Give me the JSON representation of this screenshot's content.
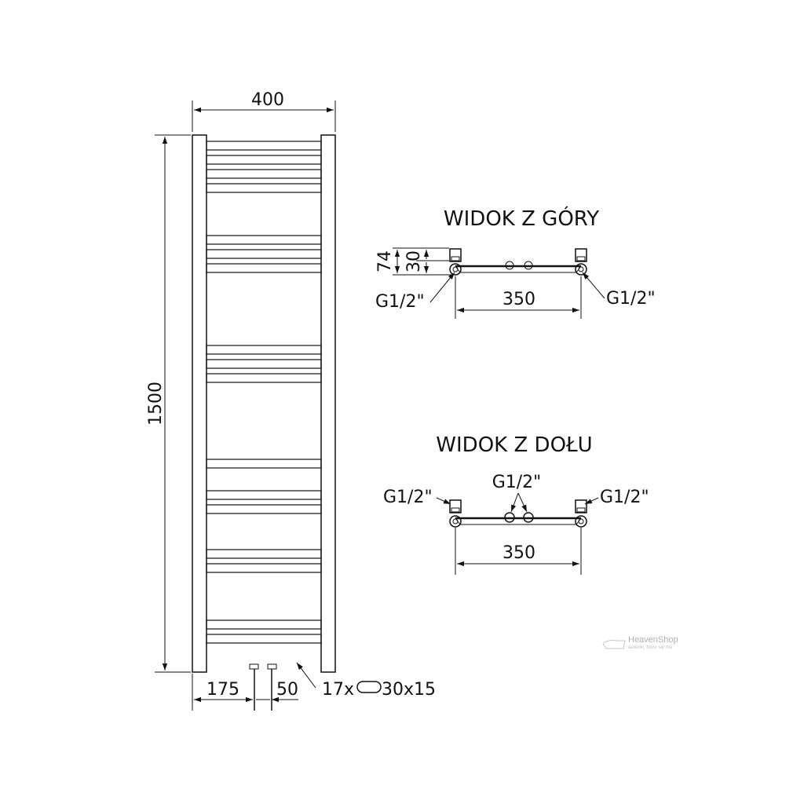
{
  "front_view": {
    "width_label": "400",
    "height_label": "1500",
    "left_offset_label": "175",
    "spacing_label": "50",
    "rungs_label_prefix": "17x",
    "rungs_label_suffix": "30x15",
    "rung_count": 17
  },
  "top_view": {
    "title": "WIDOK Z GÓRY",
    "depth_outer_label": "74",
    "depth_inner_label": "30",
    "left_conn_label": "G1/2\"",
    "right_conn_label": "G1/2\"",
    "spacing_label": "350"
  },
  "bottom_view": {
    "title": "WIDOK Z DOŁU",
    "left_conn_label": "G1/2\"",
    "center_conn_label": "G1/2\"",
    "right_conn_label": "G1/2\"",
    "spacing_label": "350"
  },
  "watermark": {
    "brand": "HeavenShop",
    "tagline": "łazienki, które się ma"
  }
}
